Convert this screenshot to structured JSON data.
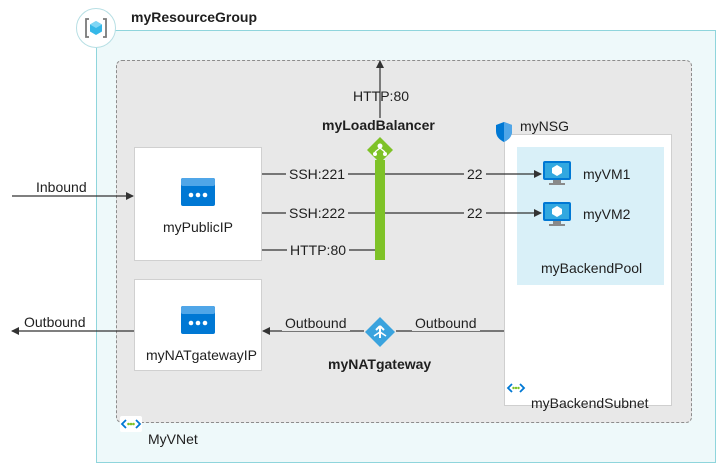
{
  "resource_group": {
    "title": "myResourceGroup",
    "icon": "resource-group-icon"
  },
  "vnet": {
    "label": "MyVNet",
    "icon": "vnet-icon"
  },
  "subnet": {
    "label": "myBackendSubnet",
    "icon": "subnet-icon"
  },
  "nsg": {
    "label": "myNSG",
    "icon": "shield-icon"
  },
  "backend_pool": {
    "label": "myBackendPool",
    "vms": [
      {
        "name": "myVM1"
      },
      {
        "name": "myVM2"
      }
    ]
  },
  "public_ip": {
    "label": "myPublicIP"
  },
  "nat_ip": {
    "label": "myNATgatewayIP"
  },
  "load_balancer": {
    "label": "myLoadBalancer",
    "top_port": "HTTP:80"
  },
  "nat_gateway": {
    "label": "myNATgateway"
  },
  "flows": {
    "inbound": "Inbound",
    "outbound": "Outbound",
    "ssh1": "SSH:221",
    "ssh2": "SSH:222",
    "http": "HTTP:80",
    "port1": "22",
    "port2": "22",
    "nat_out_left": "Outbound",
    "nat_in_right": "Outbound"
  },
  "colors": {
    "accent": "#0078d4",
    "lb_green": "#7ec227",
    "vnet_teal": "#8fd5dc"
  }
}
